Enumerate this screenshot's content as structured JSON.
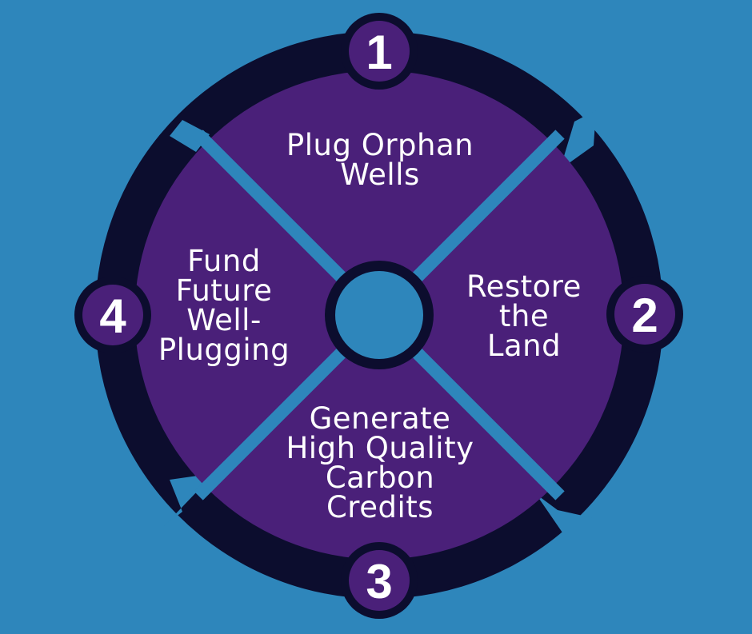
{
  "diagram": {
    "type": "cycle",
    "colors": {
      "background": "#2e86bb",
      "ring": "#0c0d2e",
      "segment": "#4a2079",
      "badge_fill": "#4a2079",
      "hub": "#2e86bb",
      "text": "#ffffff"
    },
    "steps": [
      {
        "number": "1",
        "label": "Plug Orphan\nWells"
      },
      {
        "number": "2",
        "label": "Restore\nthe\nLand"
      },
      {
        "number": "3",
        "label": "Generate\nHigh Quality\nCarbon\nCredits"
      },
      {
        "number": "4",
        "label": "Fund\nFuture\nWell-\nPlugging"
      }
    ]
  }
}
